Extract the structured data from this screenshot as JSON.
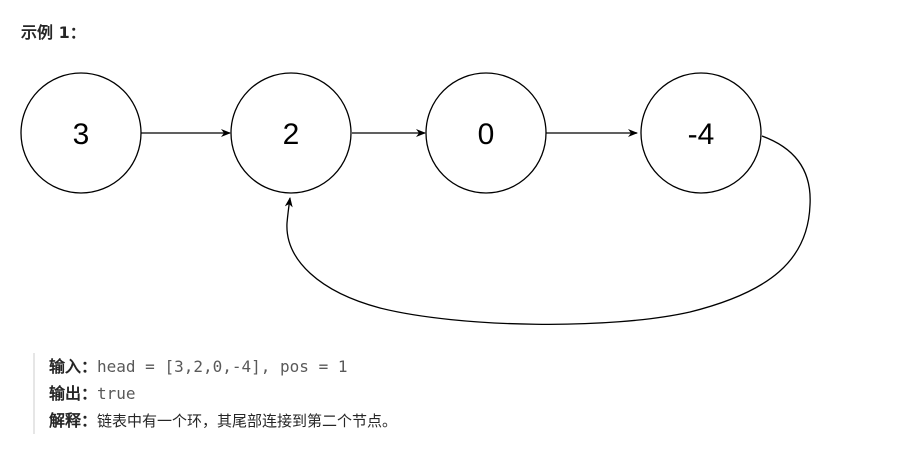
{
  "example": {
    "title": "示例 1："
  },
  "diagram": {
    "nodes": [
      {
        "value": "3"
      },
      {
        "value": "2"
      },
      {
        "value": "0"
      },
      {
        "value": "-4"
      }
    ],
    "edges": [
      {
        "from": "3",
        "to": "2"
      },
      {
        "from": "2",
        "to": "0"
      },
      {
        "from": "0",
        "to": "-4"
      },
      {
        "from": "-4",
        "to": "2",
        "kind": "cycle"
      }
    ],
    "colors": {
      "stroke": "#000000",
      "fill": "#ffffff"
    }
  },
  "io": {
    "input_label": "输入：",
    "input_value": "head = [3,2,0,-4], pos = 1",
    "output_label": "输出：",
    "output_value": "true",
    "explain_label": "解释：",
    "explain_value": "链表中有一个环，其尾部连接到第二个节点。"
  }
}
